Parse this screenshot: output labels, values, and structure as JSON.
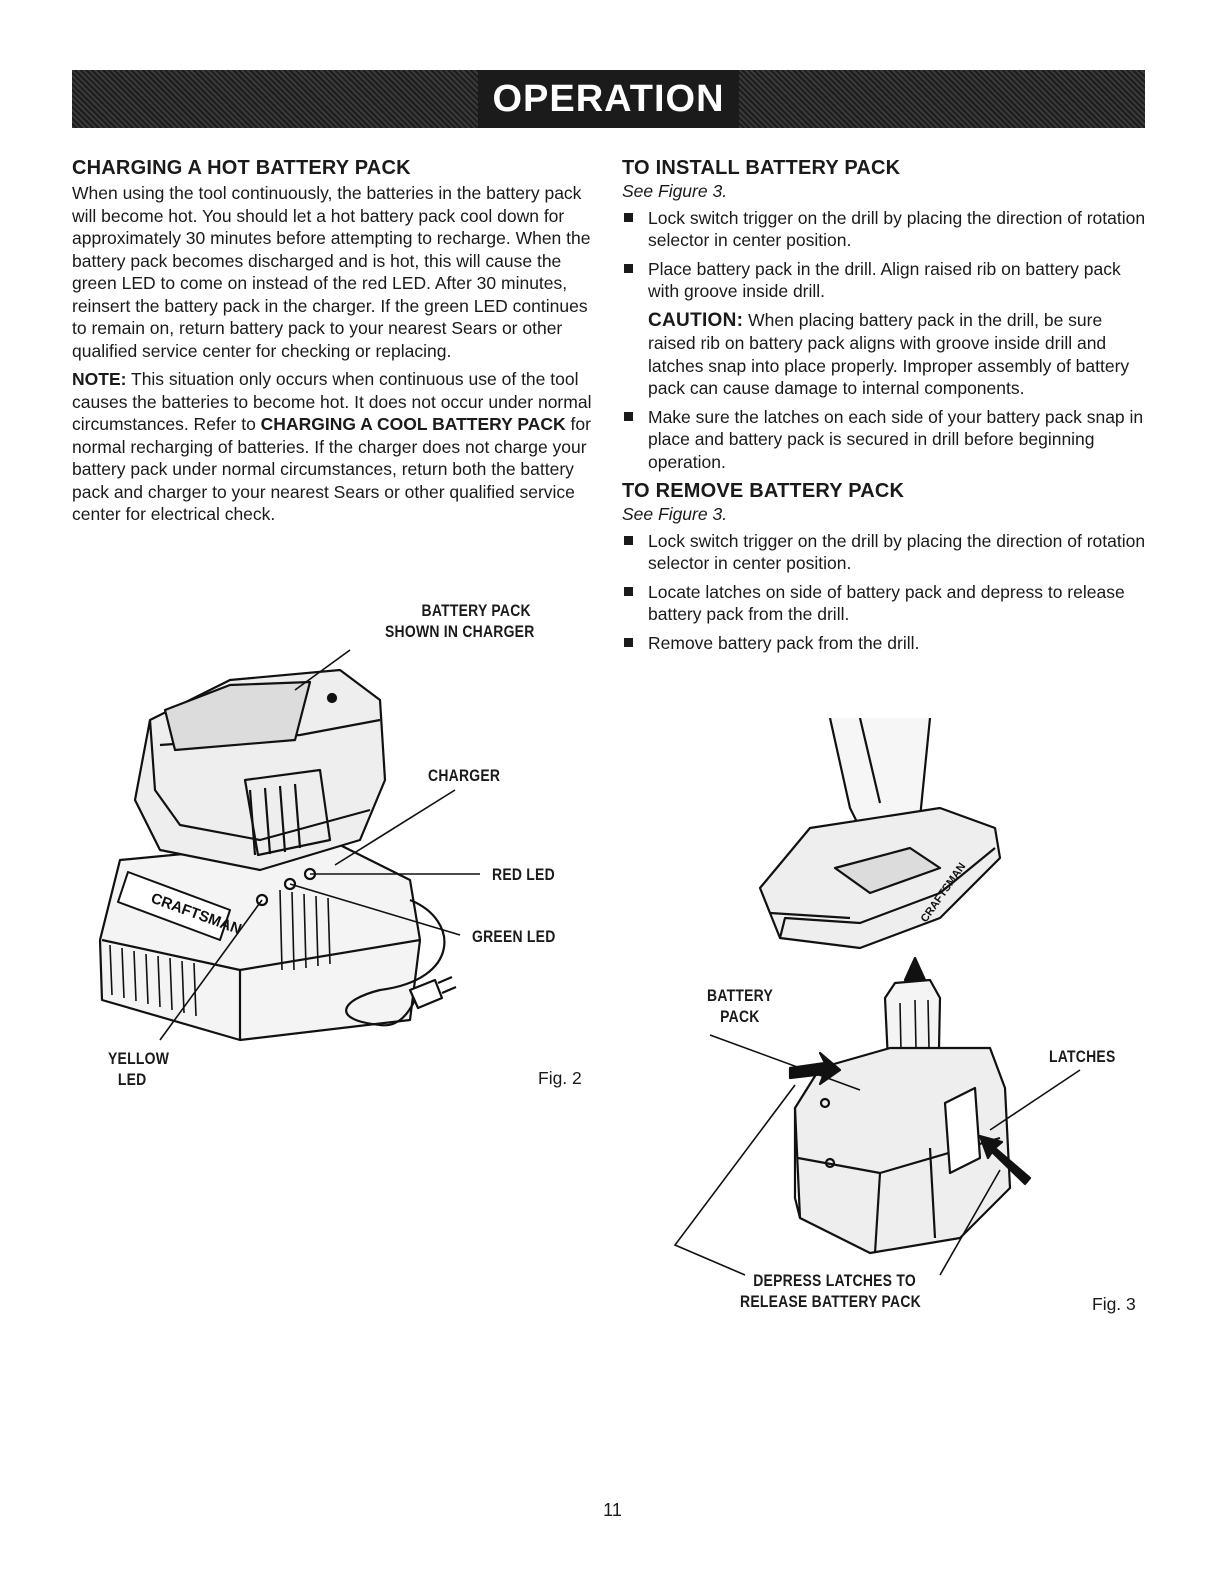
{
  "header": {
    "title": "OPERATION"
  },
  "left": {
    "heading": "CHARGING A HOT BATTERY PACK",
    "para1": "When using the tool continuously, the batteries in the battery pack will become hot. You should let a hot battery pack cool down for approximately 30 minutes before attempting to recharge. When the battery pack becomes discharged and is hot, this will cause the green LED to come on instead of the red LED. After 30 minutes, reinsert the battery pack in the charger. If the green LED continues to remain on, return battery pack to your nearest Sears or other qualified service center for checking or replacing.",
    "note_label": "NOTE:",
    "note_text1": " This situation only occurs when continuous use of the tool causes the batteries to become hot. It does not occur under normal circumstances. Refer to ",
    "note_ref": "CHARGING A COOL BATTERY PACK",
    "note_text2": " for normal recharging of batteries. If the charger does not charge your battery pack under normal circumstances, return both the battery pack and charger to your nearest Sears or other qualified service center for electrical check."
  },
  "right": {
    "install_heading": "TO INSTALL BATTERY PACK",
    "install_see": "See Figure 3.",
    "install_items": [
      "Lock switch trigger on the drill by placing the direction of rotation selector in center position.",
      "Place battery pack in the drill. Align raised rib on battery pack with groove inside drill.",
      "Make sure the latches on each side of your battery pack snap in place and battery pack is secured in drill before beginning operation."
    ],
    "caution_label": "CAUTION:",
    "caution_text": " When placing battery pack in the drill, be sure raised rib on battery pack aligns with groove inside drill and latches snap into place properly. Improper assembly of battery pack can cause damage to internal components.",
    "remove_heading": "TO REMOVE BATTERY PACK",
    "remove_see": "See Figure 3.",
    "remove_items": [
      "Lock switch trigger on the drill by placing the direction of rotation selector in center position.",
      "Locate latches on side of battery pack and depress to release battery pack from the drill.",
      "Remove battery pack from the drill."
    ]
  },
  "fig2": {
    "label_battery_line1": "BATTERY PACK",
    "label_battery_line2": "SHOWN IN CHARGER",
    "label_charger": "CHARGER",
    "label_red": "RED LED",
    "label_green": "GREEN LED",
    "label_yellow_line1": "YELLOW",
    "label_yellow_line2": "LED",
    "brand": "CRAFTSMAN",
    "caption": "Fig. 2"
  },
  "fig3": {
    "label_battery_line1": "BATTERY",
    "label_battery_line2": "PACK",
    "label_latches": "LATCHES",
    "label_depress_line1": "DEPRESS LATCHES TO",
    "label_depress_line2": "RELEASE BATTERY PACK",
    "brand": "CRAFTSMAN",
    "caption": "Fig. 3"
  },
  "footer": {
    "page_number": "11"
  }
}
